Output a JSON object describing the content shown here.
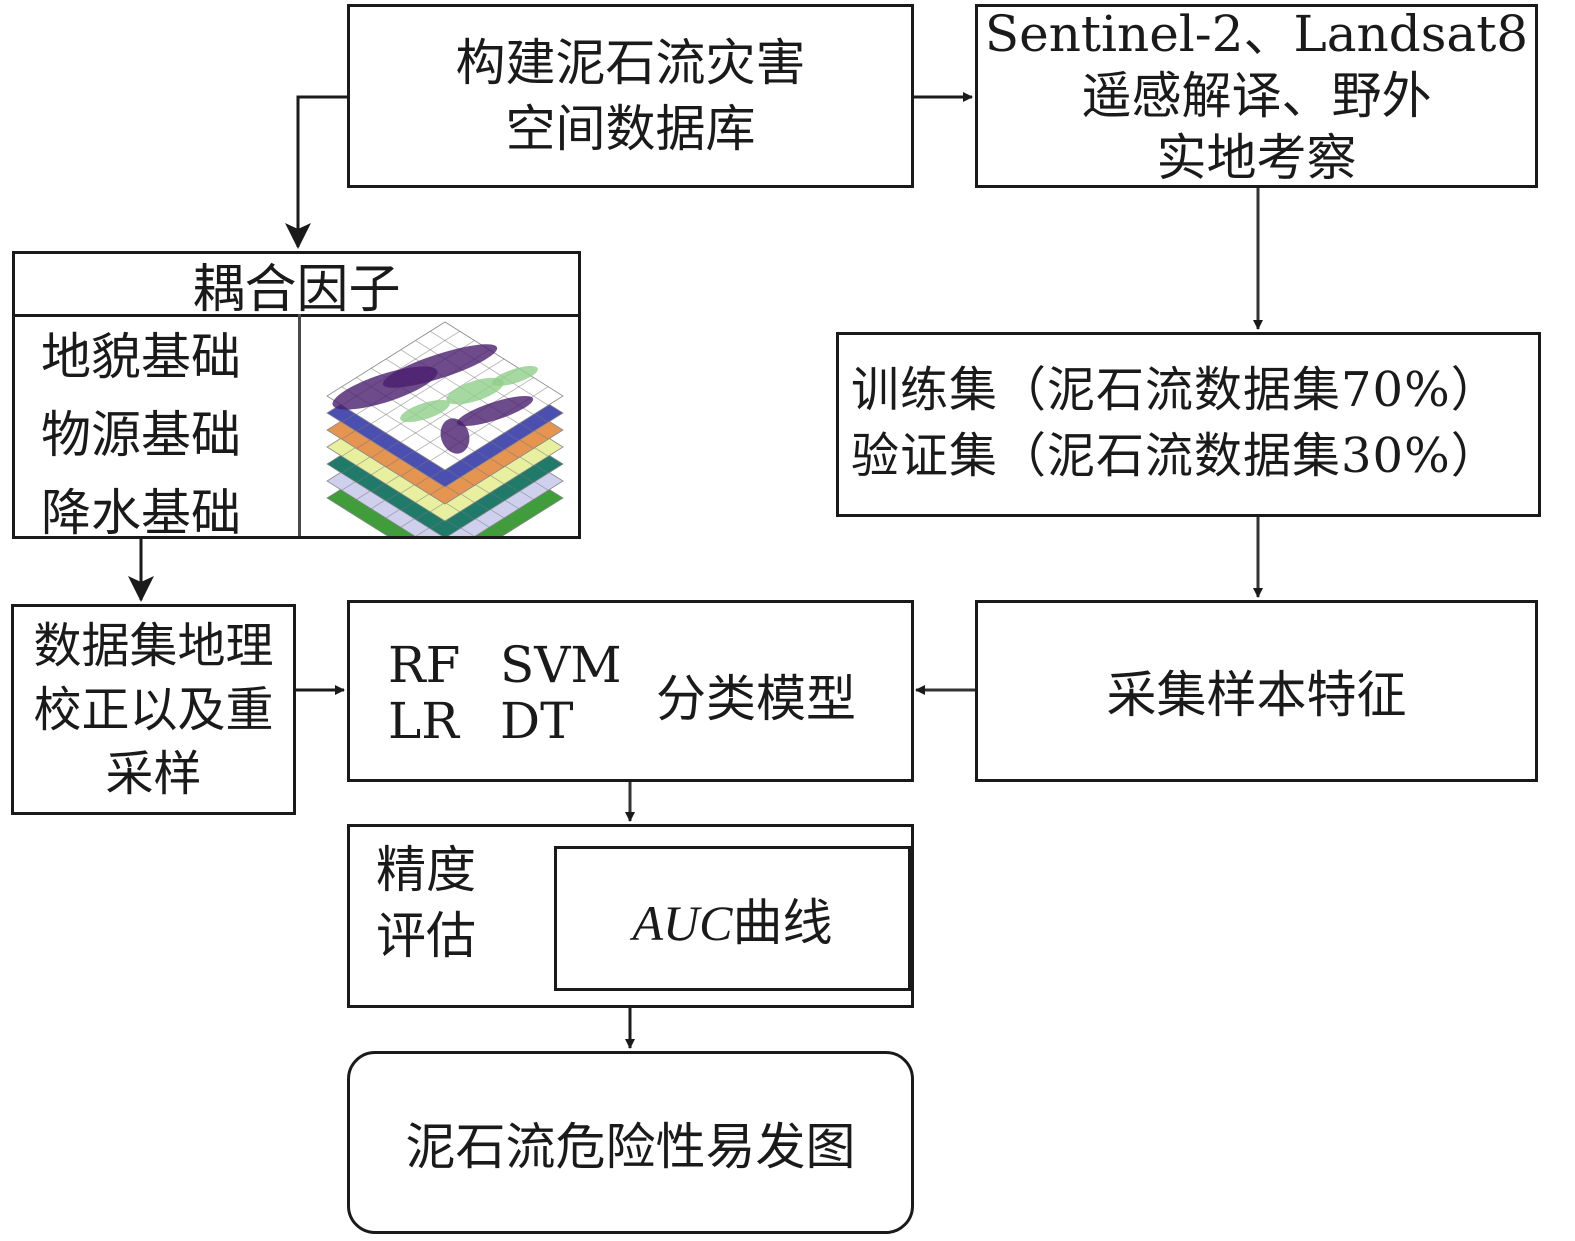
{
  "diagram": {
    "type": "flowchart",
    "nodes": {
      "spatial_db": {
        "lines": [
          "构建泥石流灾害",
          "空间数据库"
        ]
      },
      "remote_sensing": {
        "lines": [
          "Sentinel-2、Landsat8",
          "遥感解译、野外",
          "实地考察"
        ]
      },
      "coupling_factors": {
        "title": "耦合因子",
        "items": [
          "地貌基础",
          "物源基础",
          "降水基础"
        ],
        "image": "stacked-raster-layers-icon"
      },
      "dataset_split": {
        "lines": [
          "训练集（泥石流数据集70%）",
          "验证集（泥石流数据集30%）"
        ]
      },
      "geo_correction": {
        "lines": [
          "数据集地理",
          "校正以及重",
          "采样"
        ]
      },
      "classification": {
        "models": [
          [
            "RF",
            "SVM"
          ],
          [
            "LR",
            "DT"
          ]
        ],
        "title": "分类模型"
      },
      "sample_features": {
        "label": "采集样本特征"
      },
      "accuracy": {
        "label_lines": [
          "精度",
          "评估"
        ],
        "metric_italic": "AUC",
        "metric_suffix": "曲线"
      },
      "result": {
        "label": "泥石流危险性易发图"
      }
    },
    "edges": [
      {
        "from": "spatial_db",
        "to": "remote_sensing"
      },
      {
        "from": "spatial_db",
        "to": "coupling_factors"
      },
      {
        "from": "remote_sensing",
        "to": "dataset_split"
      },
      {
        "from": "dataset_split",
        "to": "sample_features"
      },
      {
        "from": "sample_features",
        "to": "classification"
      },
      {
        "from": "coupling_factors",
        "to": "geo_correction"
      },
      {
        "from": "geo_correction",
        "to": "classification"
      },
      {
        "from": "classification",
        "to": "accuracy"
      },
      {
        "from": "accuracy",
        "to": "result"
      }
    ],
    "layer_colors": [
      "#4a1e6e",
      "#4b4fb0",
      "#e59550",
      "#e8f0a0",
      "#1f7a6a",
      "#cfd0ee",
      "#3f9e3a"
    ]
  }
}
